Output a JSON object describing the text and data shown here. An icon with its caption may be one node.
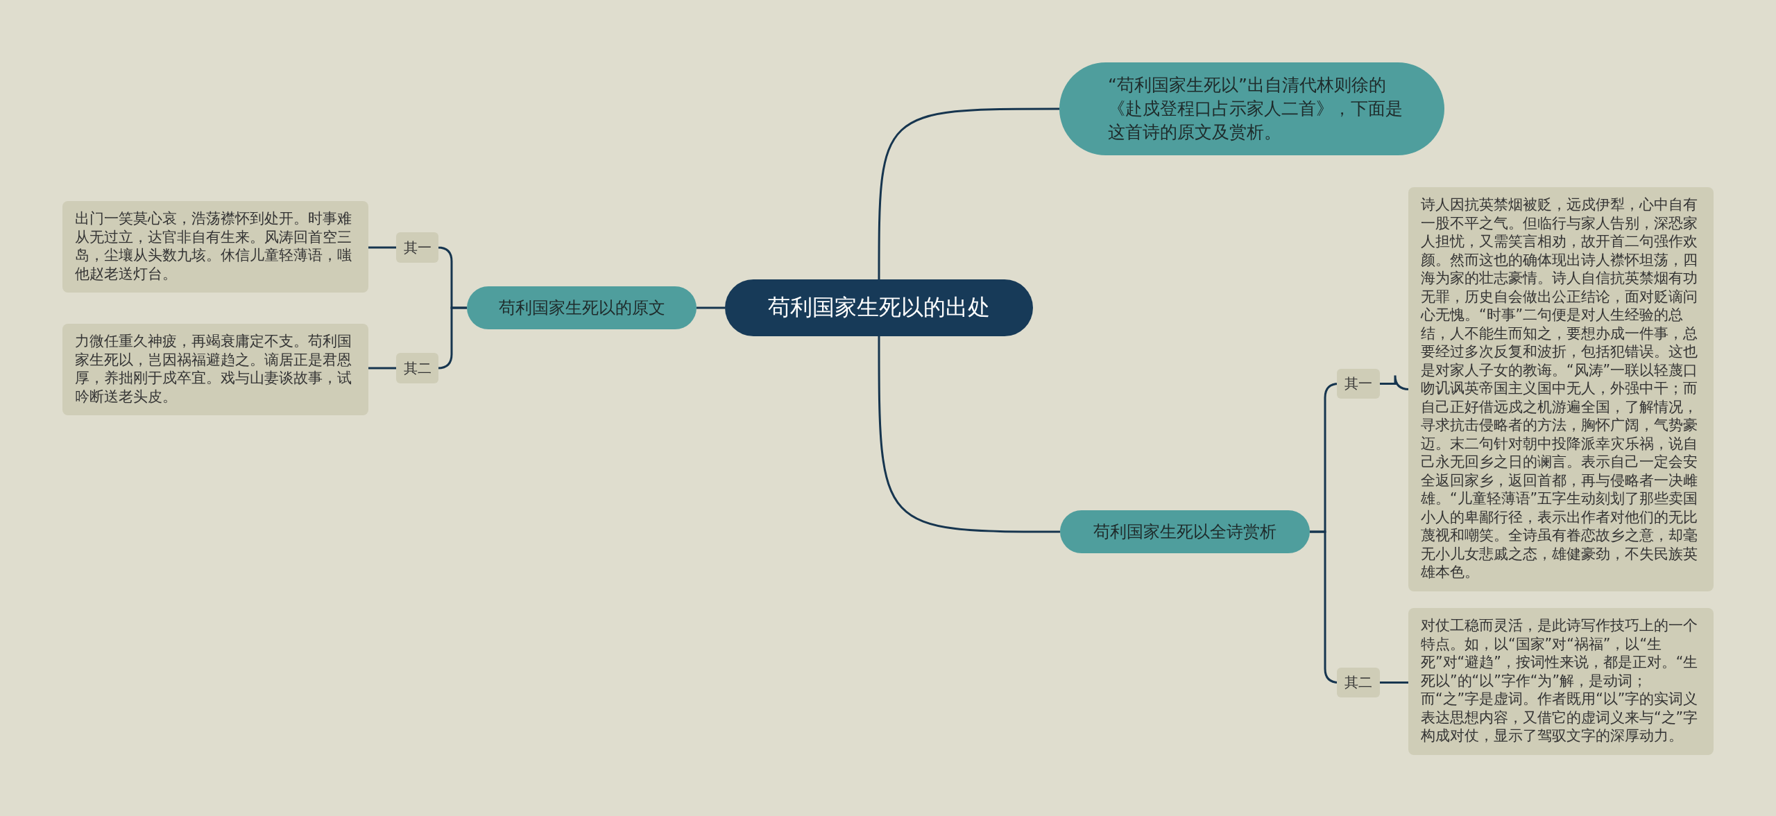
{
  "diagram": {
    "nodes": [
      {
        "text": [
          "苟利国家生死以的出处"
        ]
      },
      {
        "text": [
          "“苟利国家生死以”出自清代林则徐的《赴戍登程口占示家人二首》，下面是这首诗的原文及赏析。"
        ]
      },
      {
        "text": [
          "苟利国家生死以的原文"
        ]
      },
      {
        "text": [
          "其一"
        ]
      },
      {
        "text": [
          "出门一笑莫心哀，浩荡襟怀到处开。时事难从无过立，达官非自有生来。风涛回首空三岛，尘壤从头数九垓。休信儿童轻薄语，嗤他赵老送灯台。"
        ]
      },
      {
        "text": [
          "其二"
        ]
      },
      {
        "text": [
          "力微任重久神疲，再竭衰庸定不支。苟利国家生死以，岂因祸福避趋之。谪居正是君恩厚，养拙刚于戍卒宜。戏与山妻谈故事，试吟断送老头皮。"
        ]
      },
      {
        "text": [
          "苟利国家生死以全诗赏析"
        ]
      },
      {
        "text": [
          "其一"
        ]
      },
      {
        "text": [
          "诗人因抗英禁烟被贬，远戍伊犁，心中自有一股不平之气。但临行与家人告别，深恐家人担忧，又需笑言相劝，故开首二句强作欢颜。然而这也的确体现出诗人襟怀坦荡，四海为家的壮志豪情。诗人自信抗英禁烟有功无罪，历史自会做出公正结论，面对贬谪问心无愧。“时事”二句便是对人生经验的总结，人不能生而知之，要想办成一件事，总要经过多次反复和波折，包括犯错误。这也是对家人子女的教诲。“风涛”一联以轻蔑口吻讥讽英帝国主义国中无人，外强中干；而自己正好借远戍之机游遍全国，了解情况，寻求抗击侵略者的方法，胸怀广阔，气势豪迈。末二句针对朝中投降派幸灾乐祸，说自己永无回乡之日的谰言。表示自己一定会安全返回家乡，返回首都，再与侵略者一决雌雄。“儿童轻薄语”五字生动刻划了那些卖国小人的卑鄙行径，表示出作者对他们的无比蔑视和嘲笑。全诗虽有眷恋故乡之意，却毫无小儿女悲戚之态，雄健豪劲，不失民族英雄本色。"
        ]
      },
      {
        "text": [
          "其二"
        ]
      },
      {
        "text": [
          "对仗工稳而灵活，是此诗写作技巧上的一个特点。如，以“国家”对“祸福”，以“生死”对“避趋”，按词性来说，都是正对。“生死以”的“以”字作“为”解，是动词；而“之”字是虚词。作者既用“以”字的实词义表达思想内容，又借它的虚词义来与“之”字构成对仗，显示了驾驭文字的深厚动力。"
        ]
      }
    ],
    "edges": [
      {
        "from": 0,
        "to": 1,
        "arrow": "none"
      },
      {
        "from": 0,
        "to": 2,
        "arrow": "none"
      },
      {
        "from": 0,
        "to": 7,
        "arrow": "none"
      },
      {
        "from": 2,
        "to": 3,
        "arrow": "none"
      },
      {
        "from": 2,
        "to": 5,
        "arrow": "none"
      },
      {
        "from": 3,
        "to": 4,
        "arrow": "none"
      },
      {
        "from": 5,
        "to": 6,
        "arrow": "none"
      },
      {
        "from": 7,
        "to": 8,
        "arrow": "none"
      },
      {
        "from": 7,
        "to": 10,
        "arrow": "none"
      },
      {
        "from": 8,
        "to": 9,
        "arrow": "none"
      },
      {
        "from": 10,
        "to": 11,
        "arrow": "none"
      }
    ]
  }
}
